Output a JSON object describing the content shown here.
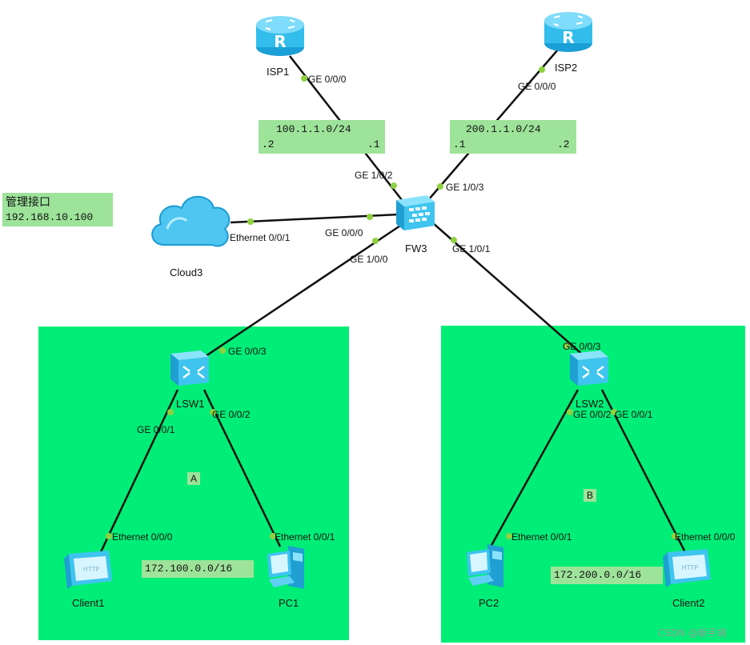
{
  "zones": [
    {
      "label": "A"
    },
    {
      "label": "B"
    }
  ],
  "devices": {
    "isp1": "ISP1",
    "isp2": "ISP2",
    "fw3": "FW3",
    "cloud3": "Cloud3",
    "lsw1": "LSW1",
    "lsw2": "LSW2",
    "client1": "Client1",
    "pc1": "PC1",
    "pc2": "PC2",
    "client2": "Client2"
  },
  "ports": {
    "isp1_ge000": "GE 0/0/0",
    "isp2_ge000": "GE 0/0/0",
    "fw_ge102": "GE 1/0/2",
    "fw_ge103": "GE 1/0/3",
    "fw_ge000": "GE 0/0/0",
    "cloud_eth001": "Ethernet 0/0/1",
    "fw_ge100": "GE 1/0/0",
    "fw_ge101": "GE 1/0/1",
    "lsw1_ge003": "GE 0/0/3",
    "lsw1_ge001": "GE 0/0/1",
    "lsw1_ge002": "GE 0/0/2",
    "lsw2_ge003": "GE 0/0/3",
    "lsw2_ge002": "GE 0/0/2",
    "lsw2_ge001": "GE 0/0/1",
    "client1_eth000": "Ethernet 0/0/0",
    "pc1_eth001": "Ethernet 0/0/1",
    "pc2_eth001": "Ethernet 0/0/1",
    "client2_eth000": "Ethernet 0/0/0"
  },
  "notes": {
    "isp1_net": {
      "subnet": "100.1.1.0/24",
      "left": ".2",
      "right": ".1"
    },
    "isp2_net": {
      "subnet": "200.1.1.0/24",
      "left": ".1",
      "right": ".2"
    },
    "mgmt": {
      "title": "管理接口",
      "ip": "192.168.10.100"
    },
    "net_a": "172.100.0.0/16",
    "net_b": "172.200.0.0/16"
  },
  "device_text": {
    "router_glyph": "R",
    "http_label": "HTTP"
  },
  "watermark": "CSDN @新手胡",
  "colors": {
    "zone": "#00ee77",
    "note": "#9de39a",
    "device": "#3ec8f0",
    "port_dot": "#8fd13f"
  }
}
